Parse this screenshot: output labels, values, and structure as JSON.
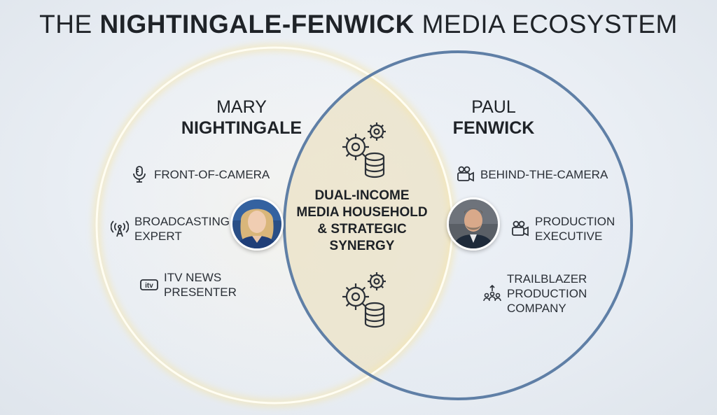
{
  "title": {
    "prefix": "THE ",
    "bold": "NIGHTINGALE-FENWICK",
    "suffix": " MEDIA ECOSYSTEM"
  },
  "left": {
    "first_name": "MARY",
    "last_name": "NIGHTINGALE",
    "items": [
      {
        "icon": "microphone-icon",
        "label": "FRONT-OF-CAMERA"
      },
      {
        "icon": "broadcast-antenna-icon",
        "label": "BROADCASTING\nEXPERT"
      },
      {
        "icon": "itv-logo-icon",
        "label": "ITV NEWS\nPRESENTER"
      }
    ],
    "ring_color": "#f3e2a8"
  },
  "right": {
    "first_name": "PAUL",
    "last_name": "FENWICK",
    "items": [
      {
        "icon": "video-camera-icon",
        "label": "BEHIND-THE-CAMERA"
      },
      {
        "icon": "video-camera-icon",
        "label": "PRODUCTION\nEXECUTIVE"
      },
      {
        "icon": "team-growth-icon",
        "label": "TRAILBLAZER\nPRODUCTION\nCOMPANY"
      }
    ],
    "ring_color": "#5f7fa6"
  },
  "center": {
    "text": "DUAL-INCOME\nMEDIA HOUSEHOLD\n& STRATEGIC\nSYNERGY",
    "icons": [
      "gears-coins-icon",
      "gears-coins-icon"
    ]
  }
}
